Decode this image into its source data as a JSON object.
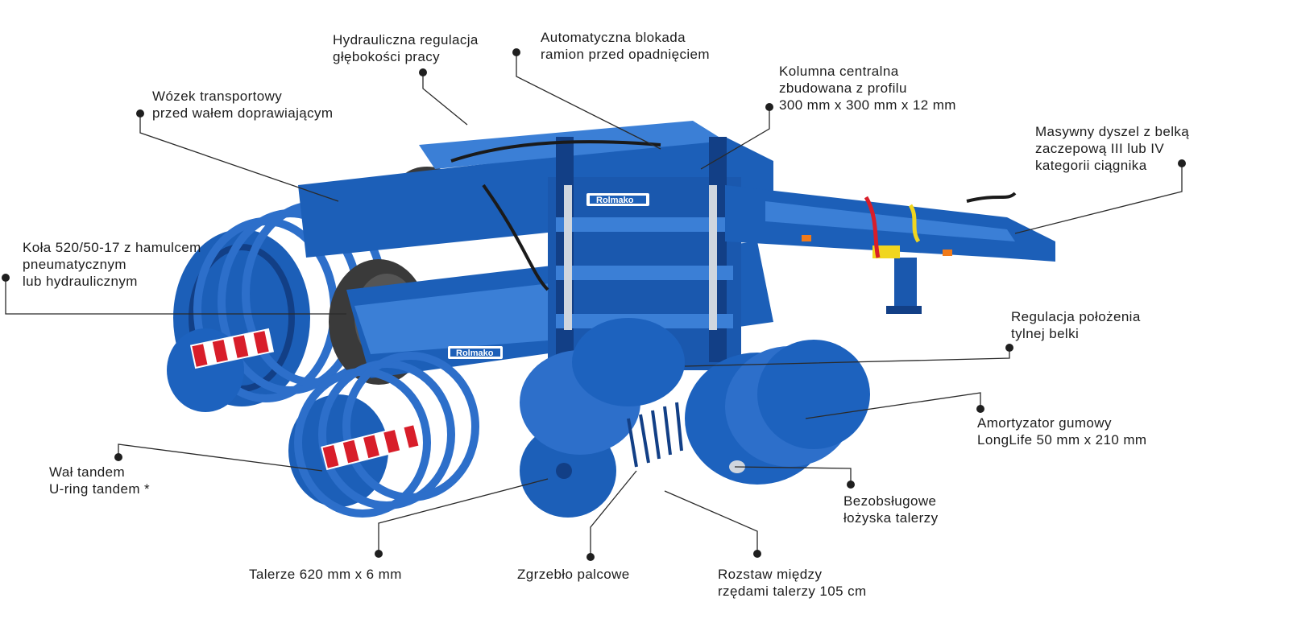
{
  "colors": {
    "machine_blue": "#1c5fb8",
    "machine_dark": "#123f86",
    "machine_light": "#3b7fd6",
    "tire": "#3a3a3a",
    "warning_red": "#d81e2a",
    "label_text": "#1d1d1d"
  },
  "brand": {
    "logo": "Rolmako"
  },
  "labels": [
    {
      "id": "hydraulic-depth",
      "lines": [
        "Hydrauliczna regulacja",
        "głębokości pracy"
      ]
    },
    {
      "id": "auto-lock",
      "lines": [
        "Automatyczna blokada",
        "ramion przed opadnięciem"
      ]
    },
    {
      "id": "central-column",
      "lines": [
        "Kolumna centralna",
        "zbudowana z profilu",
        "300 mm x 300 mm x 12 mm"
      ]
    },
    {
      "id": "transport-cart",
      "lines": [
        "Wózek transportowy",
        "przed wałem doprawiającym"
      ]
    },
    {
      "id": "drawbar",
      "lines": [
        "Masywny dyszel z belką",
        "zaczepową III lub IV",
        "kategorii ciągnika"
      ]
    },
    {
      "id": "wheels",
      "lines": [
        "Koła 520/50-17 z hamulcem",
        "pneumatycznym",
        "lub hydraulicznym"
      ]
    },
    {
      "id": "rear-beam",
      "lines": [
        "Regulacja położenia",
        "tylnej belki"
      ]
    },
    {
      "id": "rubber-damper",
      "lines": [
        "Amortyzator gumowy",
        "LongLife 50 mm x 210 mm"
      ]
    },
    {
      "id": "roller",
      "lines": [
        "Wał tandem",
        "U-ring tandem *"
      ]
    },
    {
      "id": "bearings",
      "lines": [
        "Bezobsługowe",
        "łożyska talerzy"
      ]
    },
    {
      "id": "discs",
      "lines": [
        "Talerze 620 mm x 6 mm"
      ]
    },
    {
      "id": "harrow",
      "lines": [
        "Zgrzebło palcowe"
      ]
    },
    {
      "id": "row-spacing",
      "lines": [
        "Rozstaw między",
        "rzędami talerzy 105 cm"
      ]
    }
  ]
}
